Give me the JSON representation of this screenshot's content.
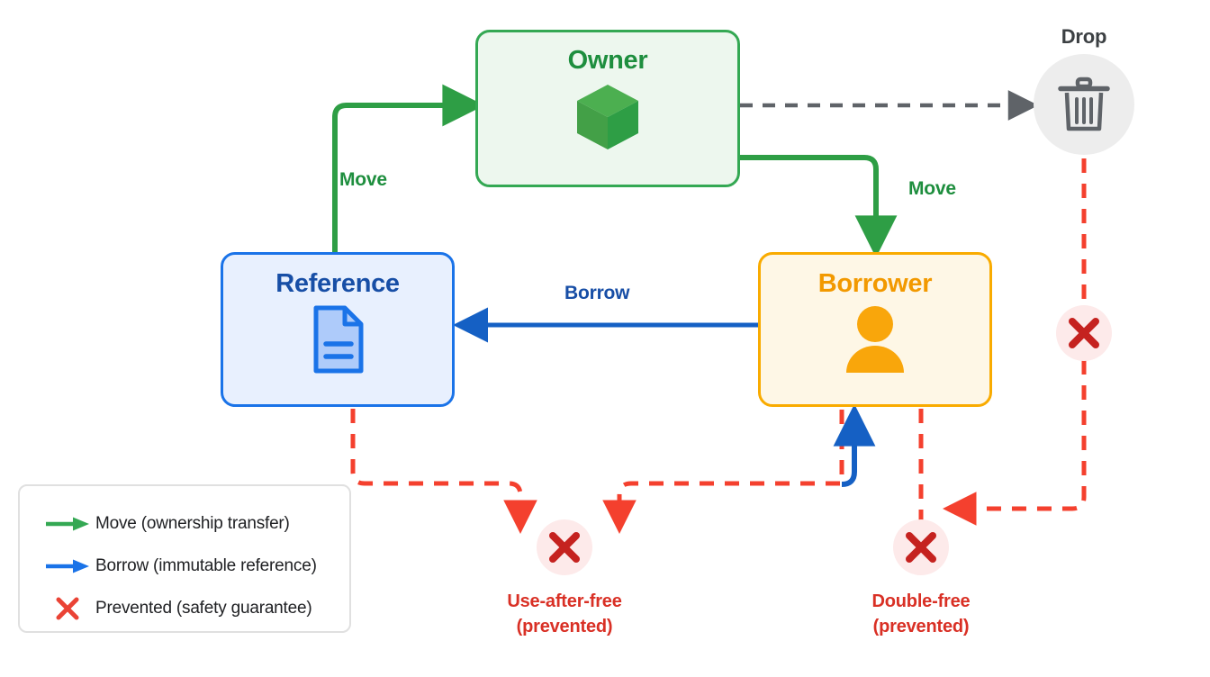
{
  "diagram": {
    "title_nodes": {
      "owner": {
        "label": "Owner",
        "icon": "cube-icon",
        "color": "#1e8e3e",
        "border": "#34a853",
        "fill": "#edf7ee"
      },
      "reference": {
        "label": "Reference",
        "icon": "document-icon",
        "color": "#174ea6",
        "border": "#1a73e8",
        "fill": "#e8f0fe"
      },
      "borrower": {
        "label": "Borrower",
        "icon": "user-icon",
        "color": "#f29900",
        "border": "#f9ab00",
        "fill": "#fef7e6"
      },
      "drop": {
        "label": "Drop",
        "icon": "trash-icon",
        "color": "#3c4043",
        "fill": "#ededed"
      }
    },
    "edge_labels": {
      "move_left": "Move",
      "move_right": "Move",
      "borrow": "Borrow"
    },
    "failures": [
      {
        "id": "use-after-free",
        "line1": "Use-after-free",
        "line2": "(prevented)",
        "icon": "x-icon"
      },
      {
        "id": "double-free",
        "line1": "Double-free",
        "line2": "(prevented)",
        "icon": "x-icon"
      }
    ],
    "legend": {
      "items": [
        {
          "glyph": "green-arrow-icon",
          "label": "Move (ownership transfer)",
          "color": "#34a853"
        },
        {
          "glyph": "blue-arrow-icon",
          "label": "Borrow (immutable reference)",
          "color": "#1a73e8"
        },
        {
          "glyph": "x-icon",
          "label": "Prevented (safety guarantee)",
          "color": "#ea4335"
        }
      ]
    },
    "colors": {
      "green": "#34a853",
      "green_dark": "#1e8e3e",
      "blue": "#1a73e8",
      "blue_dark": "#174ea6",
      "orange": "#f9ab00",
      "orange_dark": "#f29900",
      "red": "#ea4335",
      "red_dark": "#c5221f",
      "gray": "#5f6368",
      "background": "#ffffff"
    }
  }
}
